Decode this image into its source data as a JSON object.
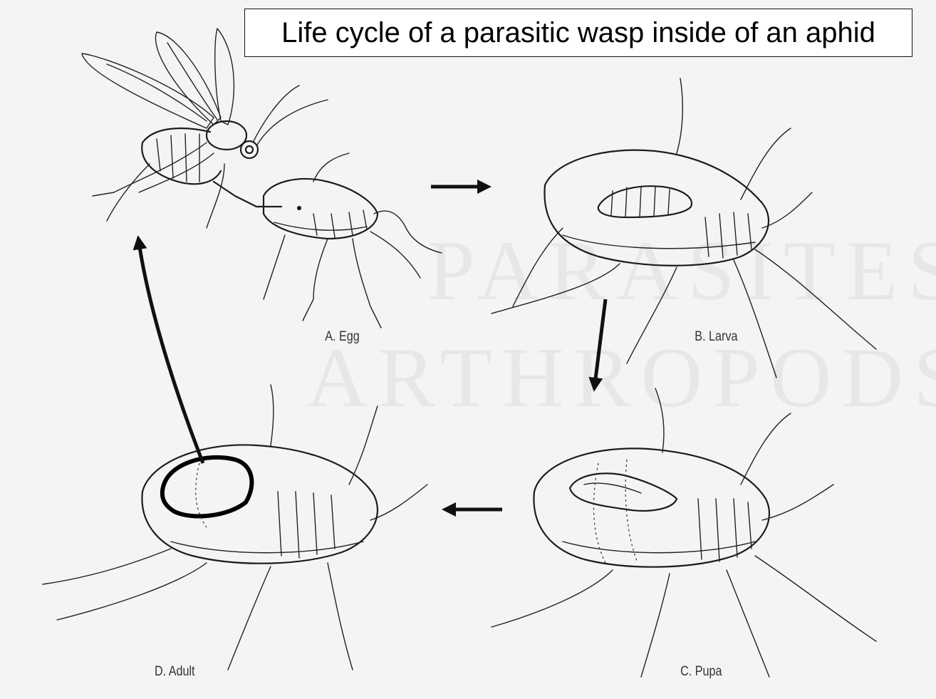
{
  "title": "Life cycle of a parasitic wasp inside of an aphid",
  "stages": {
    "egg": "A. Egg",
    "larva": "B. Larva",
    "pupa": "C. Pupa",
    "adult": "D. Adult"
  },
  "watermark": {
    "line1": "PARASITES OF",
    "line2": "ARTHROPODS"
  },
  "cycle_order": [
    "A. Egg",
    "B. Larva",
    "C. Pupa",
    "D. Adult"
  ]
}
